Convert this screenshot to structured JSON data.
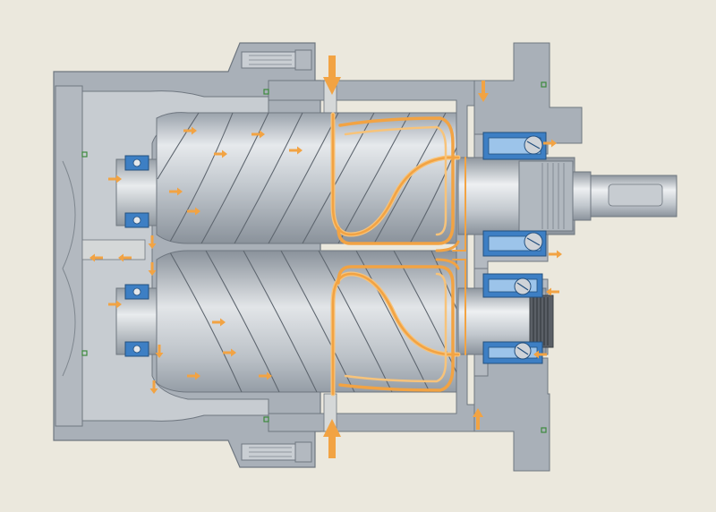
{
  "diagram": {
    "subject": "screw-compressor-cross-section",
    "colors": {
      "background": "#ebe8dd",
      "housing": "#a9b0b8",
      "housing_dark": "#8a929b",
      "housing_edge": "#6f7780",
      "cavity": "#d5d8d8",
      "rotor_light": "#e4e7ea",
      "rotor_mid": "#b9bfc6",
      "rotor_dark": "#8d959e",
      "bearing_blue": "#3d7fc4",
      "oil_flow": "#f2a343",
      "oil_flow_light": "#f7c37a",
      "green_mark": "#3c8a3c"
    },
    "oil_arrows": [
      {
        "dir": "right"
      },
      {
        "dir": "right"
      },
      {
        "dir": "right"
      },
      {
        "dir": "right"
      },
      {
        "dir": "down"
      },
      {
        "dir": "down"
      },
      {
        "dir": "right"
      },
      {
        "dir": "right"
      },
      {
        "dir": "left"
      },
      {
        "dir": "left"
      },
      {
        "dir": "down"
      },
      {
        "dir": "down"
      },
      {
        "dir": "right"
      },
      {
        "dir": "right"
      },
      {
        "dir": "right"
      },
      {
        "dir": "right"
      },
      {
        "dir": "right"
      },
      {
        "dir": "right"
      },
      {
        "dir": "right"
      },
      {
        "dir": "right"
      },
      {
        "dir": "left"
      },
      {
        "dir": "left"
      }
    ]
  }
}
